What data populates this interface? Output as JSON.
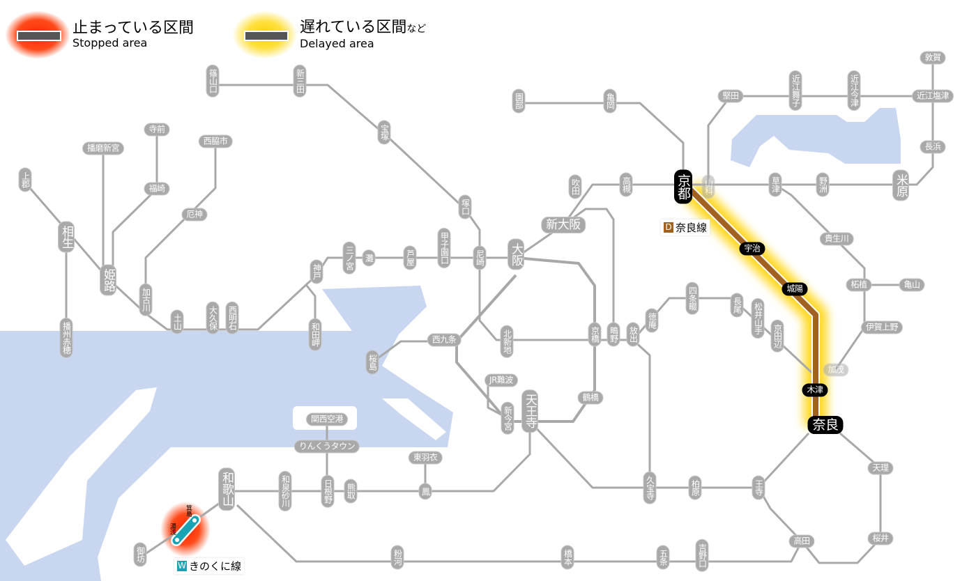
{
  "legend": {
    "stopped": {
      "jp": "止まっている区間",
      "en": "Stopped area",
      "color": "#ff3a10"
    },
    "delayed": {
      "jp": "遅れている区間",
      "jp_suffix": "など",
      "en": "Delayed area",
      "color": "#ffd200"
    }
  },
  "line_tags": {
    "nara": {
      "badge": "D",
      "label": "奈良線",
      "color": "#a0621e",
      "status": "delayed"
    },
    "kinokuni": {
      "badge": "W",
      "label": "きのくに線",
      "color": "#1aa3b5",
      "status": "stopped"
    }
  },
  "colors": {
    "line": "#a8a8a8",
    "water": "#c8d6f0",
    "delay_line": "#a0621e"
  },
  "stations": [
    "篠山口",
    "新三田",
    "宝塚",
    "塚口",
    "尼崎",
    "甲子園口",
    "芦屋",
    "灘",
    "三ノ宮",
    "神戸",
    "和田岬",
    "西明石",
    "大久保",
    "土山",
    "加古川",
    "姫路",
    "相生",
    "上郡",
    "播州赤穂",
    "播磨新宮",
    "寺前",
    "福崎",
    "西脇市",
    "厄神",
    "大阪",
    "新大阪",
    "吹田",
    "高槻",
    "園部",
    "亀岡",
    "京都",
    "山科",
    "堅田",
    "近江舞子",
    "近江今津",
    "敦賀",
    "近江塩津",
    "長浜",
    "米原",
    "野洲",
    "草津",
    "貴生川",
    "柘植",
    "亀山",
    "伊賀上野",
    "加茂",
    "木津",
    "奈良",
    "宇治",
    "城陽",
    "京田辺",
    "松井山手",
    "長尾",
    "四条畷",
    "徳庵",
    "放出",
    "鴫野",
    "京橋",
    "北新地",
    "西九条",
    "桜島",
    "JR難波",
    "新今宮",
    "天王寺",
    "鶴橋",
    "久宝寺",
    "柏原",
    "王寺",
    "天理",
    "桜井",
    "高田",
    "吉野口",
    "五条",
    "橋本",
    "粉河",
    "和歌山",
    "和泉砂川",
    "日根野",
    "熊取",
    "鳳",
    "東羽衣",
    "りんくうタウン",
    "関西空港",
    "御坊",
    "箕島",
    "湯浅"
  ]
}
